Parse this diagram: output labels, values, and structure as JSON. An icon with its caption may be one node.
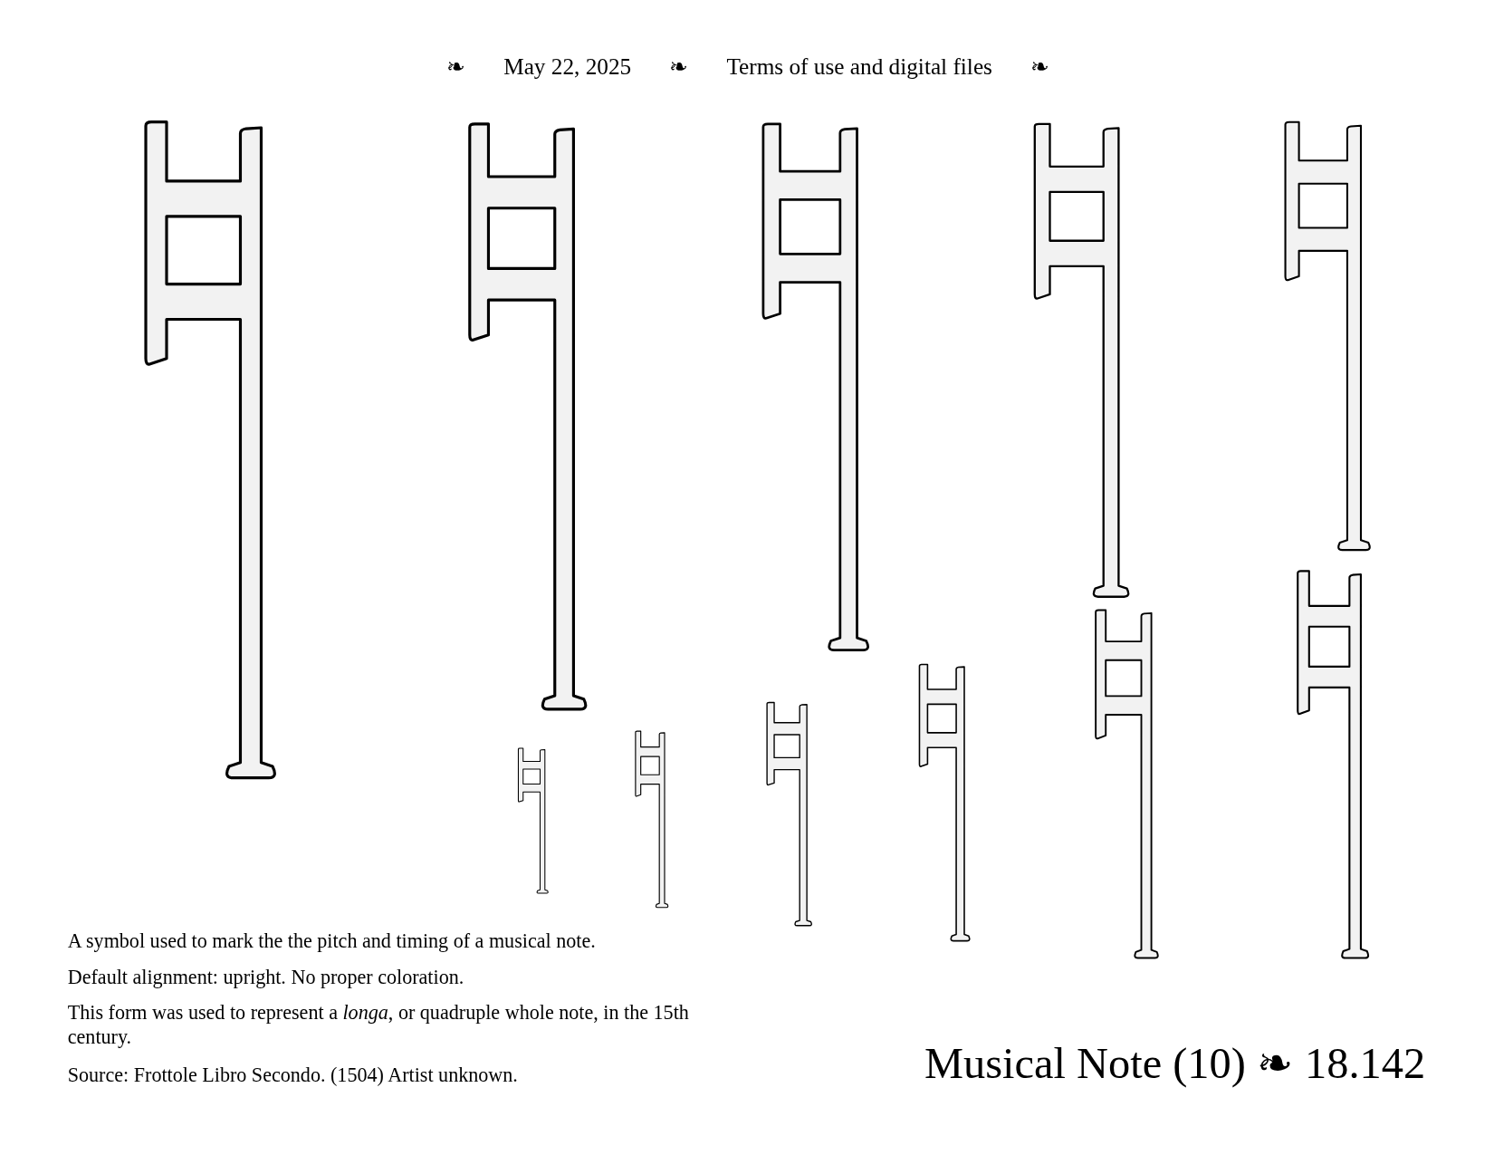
{
  "diagram": {
    "title": "Musical Note (10) ❧ 18.142",
    "labels": [
      "❧",
      "May 22, 2025",
      "❧",
      "Terms of use and digital files",
      "❧",
      "A symbol used to mark the the pitch and timing of a musical note.",
      "Default alignment: upright. No proper coloration.",
      "This form was used to represent a *longa*, or quadruple whole note, in the 15th century.",
      "Source: Frottole Libro Secondo. (1504) Artist unknown."
    ]
  }
}
